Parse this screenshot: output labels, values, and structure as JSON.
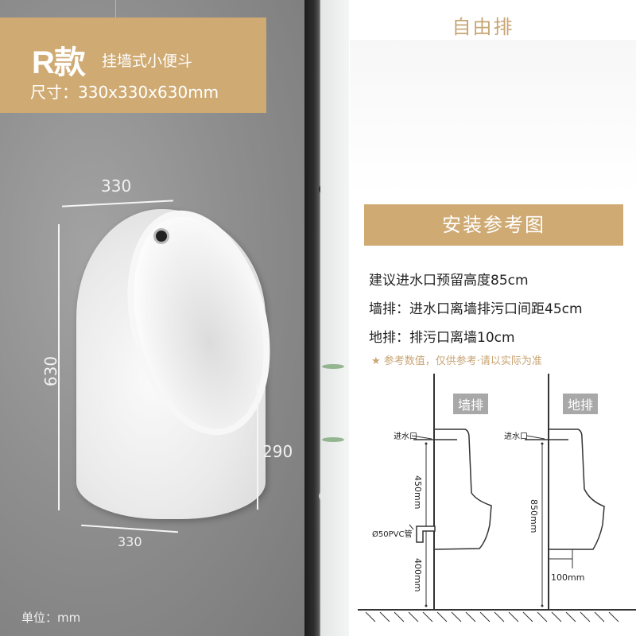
{
  "product": {
    "model": "R款",
    "type": "挂墙式小便斗",
    "size": "尺寸：330x330x630mm",
    "unit": "单位：mm",
    "dimensions": {
      "top_width": "330",
      "height": "630",
      "bottom_width": "330",
      "lower_height": "290"
    }
  },
  "header": {
    "drain_title": "自由排"
  },
  "install": {
    "banner": "安装参考图",
    "specs": [
      "建议进水口预留高度85cm",
      "墙排：进水口离墙排污口间距45cm",
      "地排：排污口离墙10cm"
    ],
    "note": "★ 参考数值，仅供参考·请以实际为准"
  },
  "diagrams": {
    "wall": {
      "tag": "墙排",
      "inlet": "进水口",
      "upper_dim": "450mm",
      "pipe": "Ø50PVC管",
      "lower_dim": "400mm"
    },
    "floor": {
      "tag": "地排",
      "inlet": "进水口",
      "height_dim": "850mm",
      "offset_dim": "100mm"
    }
  },
  "colors": {
    "accent_tan": "#cfaa73",
    "title_text": "#c8a574",
    "tag_gray": "#a8a8a8"
  }
}
